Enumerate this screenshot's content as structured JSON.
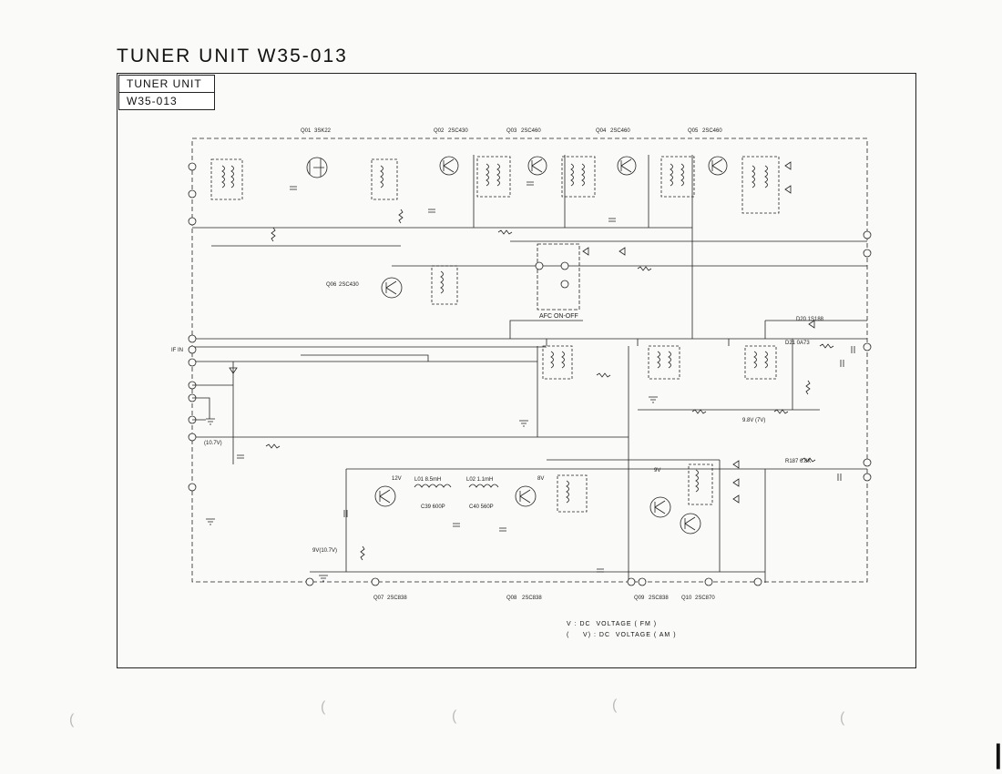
{
  "title": "TUNER UNIT  W35-013",
  "title_box": {
    "line1": "TUNER UNIT",
    "line2": "W35-013"
  },
  "transistors_top": [
    {
      "ref": "Q01",
      "part": "3SK22"
    },
    {
      "ref": "Q02",
      "part": "2SC430"
    },
    {
      "ref": "Q03",
      "part": "2SC460"
    },
    {
      "ref": "Q04",
      "part": "2SC460"
    },
    {
      "ref": "Q05",
      "part": "2SC460"
    }
  ],
  "transistor_osc": {
    "ref": "Q06",
    "part": "2SC430"
  },
  "transistors_bottom": [
    {
      "ref": "Q07",
      "part": "2SC838"
    },
    {
      "ref": "Q08",
      "part": "2SC838"
    },
    {
      "ref": "Q09",
      "part": "2SC838"
    },
    {
      "ref": "Q10",
      "part": "2SC870"
    }
  ],
  "labels": {
    "afc": "AFC ON-OFF",
    "if_in": "IF IN",
    "v107": "(10.7V)",
    "v9": "9V(10.7V)",
    "v12": "12V",
    "v8": "8V",
    "v9b": "9V",
    "l1": "L01 8.5mH",
    "l2": "L02 1.1mH",
    "c1": "C39 600P",
    "c2": "C40 560P",
    "r_out": "R187 6.8K",
    "v98": "9.8V (7V)",
    "d1n": "D20 1S188",
    "d2n": "D21 0A73"
  },
  "legend": {
    "fm": "V : DC  VOLTAGE ( FM )",
    "am": "(     V) : DC  VOLTAGE ( AM )"
  }
}
